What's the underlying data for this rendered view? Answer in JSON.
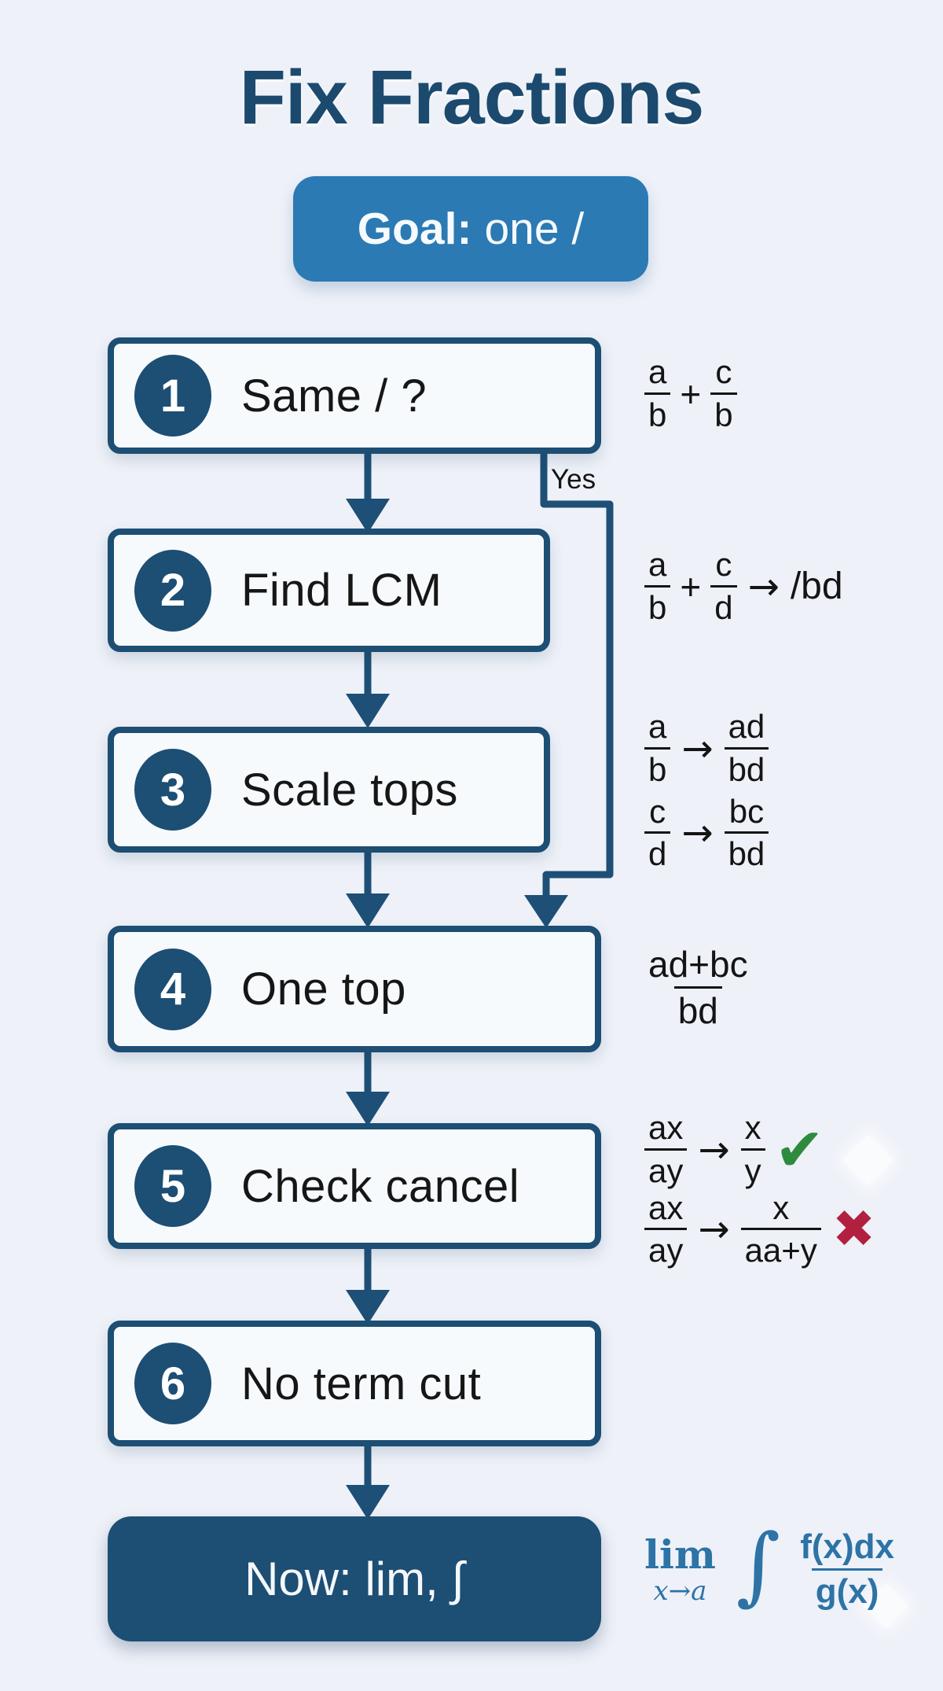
{
  "title": "Fix Fractions",
  "goal": {
    "bold": "Goal:",
    "rest": "one /"
  },
  "steps": [
    {
      "num": "1",
      "label": "Same / ?"
    },
    {
      "num": "2",
      "label": "Find LCM"
    },
    {
      "num": "3",
      "label": "Scale tops"
    },
    {
      "num": "4",
      "label": "One top"
    },
    {
      "num": "5",
      "label": "Check cancel"
    },
    {
      "num": "6",
      "label": "No term cut"
    }
  ],
  "edge_label_yes": "Yes",
  "final_label": "Now: lim, ∫",
  "annotations": {
    "step1": {
      "f1n": "a",
      "f1d": "b",
      "op": "+",
      "f2n": "c",
      "f2d": "b"
    },
    "step2": {
      "f1n": "a",
      "f1d": "b",
      "op": "+",
      "f2n": "c",
      "f2d": "d",
      "arrow": "→",
      "result": "/bd"
    },
    "step3": [
      {
        "fn": "a",
        "fd": "b",
        "arrow": "→",
        "rn": "ad",
        "rd": "bd"
      },
      {
        "fn": "c",
        "fd": "d",
        "arrow": "→",
        "rn": "bc",
        "rd": "bd"
      }
    ],
    "step4": {
      "num": "ad+bc",
      "den": "bd"
    },
    "step5": [
      {
        "fn": "ax",
        "fd": "ay",
        "arrow": "→",
        "rn": "x",
        "rd": "y",
        "mark": "✔"
      },
      {
        "fn": "ax",
        "fd": "ay",
        "arrow": "→",
        "rn": "x",
        "rd": "aa+y",
        "mark": "✖"
      }
    ],
    "final": {
      "lim": "lim",
      "limsub": "x→a",
      "integral": "∫",
      "num": "f(x)dx",
      "den": "g(x)"
    }
  },
  "colors": {
    "background": "#eef1f8",
    "navy": "#1d4e74",
    "goal_blue": "#2b7ab4",
    "box_fill": "#f7fafd",
    "text_black": "#161616",
    "check_green": "#2e8b3e",
    "cross_red": "#b22040",
    "math_blue": "#2d73a6"
  }
}
